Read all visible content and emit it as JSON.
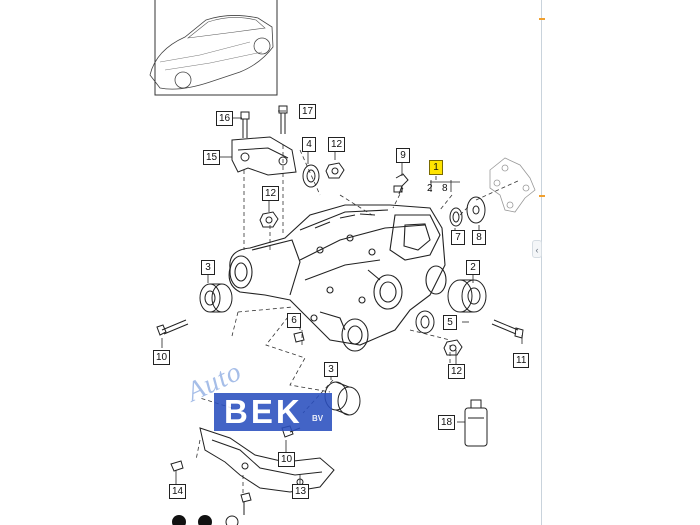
{
  "diagram": {
    "callouts": {
      "c16": "16",
      "c17": "17",
      "c15": "15",
      "c4": "4",
      "c12a": "12",
      "c9": "9",
      "c1": "1",
      "c2": "2",
      "c8a": "8",
      "c12b": "12",
      "c3a": "3",
      "c7": "7",
      "c8b": "8",
      "c2b": "2",
      "c6": "6",
      "c5": "5",
      "c10a": "10",
      "c12c": "12",
      "c11": "11",
      "c3b": "3",
      "c18": "18",
      "c10b": "10",
      "c14": "14",
      "c13": "13"
    },
    "highlight_color": "#ffe400"
  },
  "watermark": {
    "script": "Auto",
    "brand": "BEK",
    "suffix": "BV",
    "color": "#2a4fbf"
  },
  "ui": {
    "side_tab_icon": "chevron-left-icon",
    "side_tab_glyph": "‹"
  }
}
